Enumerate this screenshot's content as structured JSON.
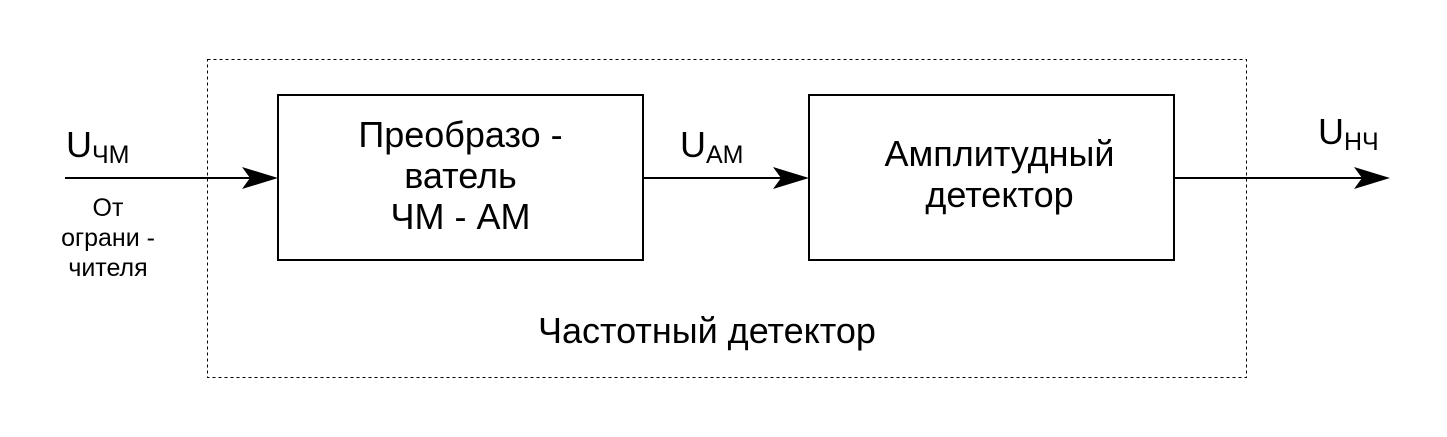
{
  "signals": {
    "input": {
      "main": "U",
      "sub": "ЧМ"
    },
    "intermediate": {
      "main": "U",
      "sub": "АМ"
    },
    "output": {
      "main": "U",
      "sub": "НЧ"
    }
  },
  "source_label": [
    "От",
    "ограни -",
    "чителя"
  ],
  "blocks": {
    "converter": [
      "Преобразо -",
      "ватель",
      "ЧМ - АМ"
    ],
    "detector": [
      "Амплитудный",
      "детектор"
    ]
  },
  "group_caption": "Частотный детектор"
}
